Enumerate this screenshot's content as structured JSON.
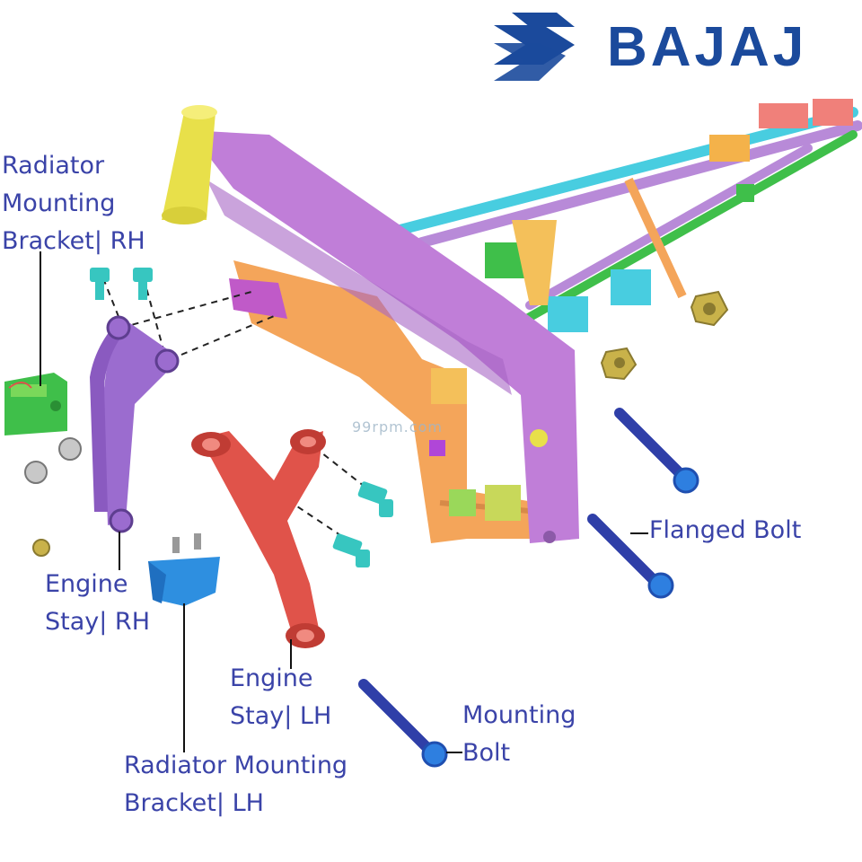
{
  "brand": {
    "name": "BAJAJ",
    "color": "#1b4a9c"
  },
  "watermark": "99rpm.com",
  "label_color": "#3a43a8",
  "labels": {
    "radiator_rh": [
      "Radiator",
      "Mounting",
      "Bracket| RH"
    ],
    "engine_stay_rh": [
      "Engine",
      "Stay| RH"
    ],
    "engine_stay_lh": [
      "Engine",
      "Stay| LH"
    ],
    "radiator_lh": [
      "Radiator Mounting",
      "Bracket| LH"
    ],
    "flanged_bolt": [
      "Flanged Bolt"
    ],
    "mounting_bolt": [
      "Mounting",
      "Bolt"
    ]
  },
  "part_colors": {
    "frame": "#c07ed8",
    "head_tube": "#e8e04a",
    "subframe": "#f4a55a",
    "engine_stay_rh": "#9b6ccf",
    "engine_stay_lh": "#e0534a",
    "radiator_bracket_rh": "#3fbf4a",
    "radiator_bracket_lh": "#2e8fe0",
    "bolts": "#2f3fa8",
    "small_bolts": "#37c6c0",
    "nuts": "#c9b24a"
  }
}
